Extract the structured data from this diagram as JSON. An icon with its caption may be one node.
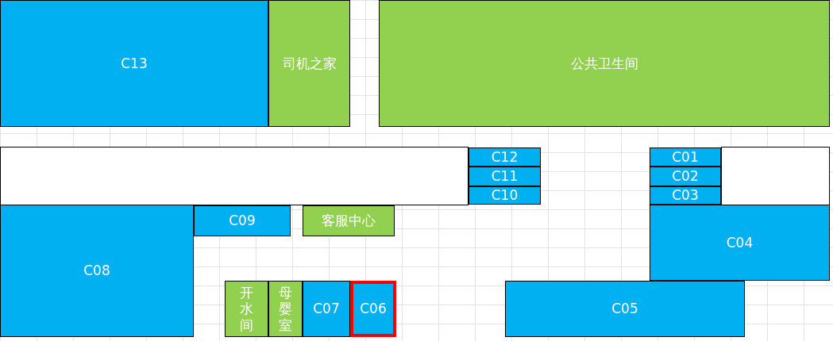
{
  "diagram": {
    "nodes": [
      {
        "text": [
          "C13"
        ]
      },
      {
        "text": [
          "司机之家"
        ]
      },
      {
        "text": [
          "公共卫生间"
        ]
      },
      {
        "text": [
          "C12"
        ]
      },
      {
        "text": [
          "C01"
        ]
      },
      {
        "text": [
          "C11"
        ]
      },
      {
        "text": [
          "C02"
        ]
      },
      {
        "text": [
          "C10"
        ]
      },
      {
        "text": [
          "C03"
        ]
      },
      {
        "text": [
          "C09"
        ]
      },
      {
        "text": [
          "客服中心"
        ]
      },
      {
        "text": [
          "C04"
        ]
      },
      {
        "text": [
          "C08"
        ]
      },
      {
        "text": [
          "开水间"
        ]
      },
      {
        "text": [
          "母婴室"
        ]
      },
      {
        "text": [
          "C07"
        ]
      },
      {
        "text": [
          "C06"
        ]
      },
      {
        "text": [
          "C05"
        ]
      }
    ]
  }
}
